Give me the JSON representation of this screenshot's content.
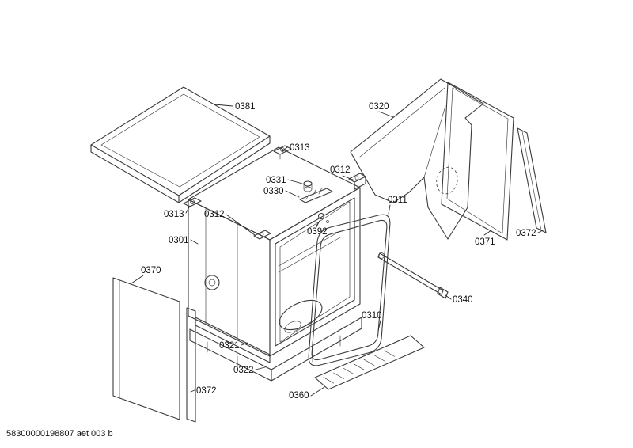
{
  "colors": {
    "background": "#ffffff",
    "line": "#3a3a3a",
    "text": "#111111"
  },
  "diagram": {
    "kind": "exploded-parts-diagram",
    "labels": [
      {
        "text": "0381"
      },
      {
        "text": "0320"
      },
      {
        "text": "0313"
      },
      {
        "text": "0312"
      },
      {
        "text": "0331"
      },
      {
        "text": "0330"
      },
      {
        "text": "0311"
      },
      {
        "text": "0313"
      },
      {
        "text": "0312"
      },
      {
        "text": "0301"
      },
      {
        "text": "0392"
      },
      {
        "text": "0371"
      },
      {
        "text": "0372"
      },
      {
        "text": "0370"
      },
      {
        "text": "0340"
      },
      {
        "text": "0310"
      },
      {
        "text": "0321"
      },
      {
        "text": "0322"
      },
      {
        "text": "0372"
      },
      {
        "text": "0360"
      }
    ]
  },
  "footer": {
    "code": "58300000198807 aet 003 b"
  }
}
